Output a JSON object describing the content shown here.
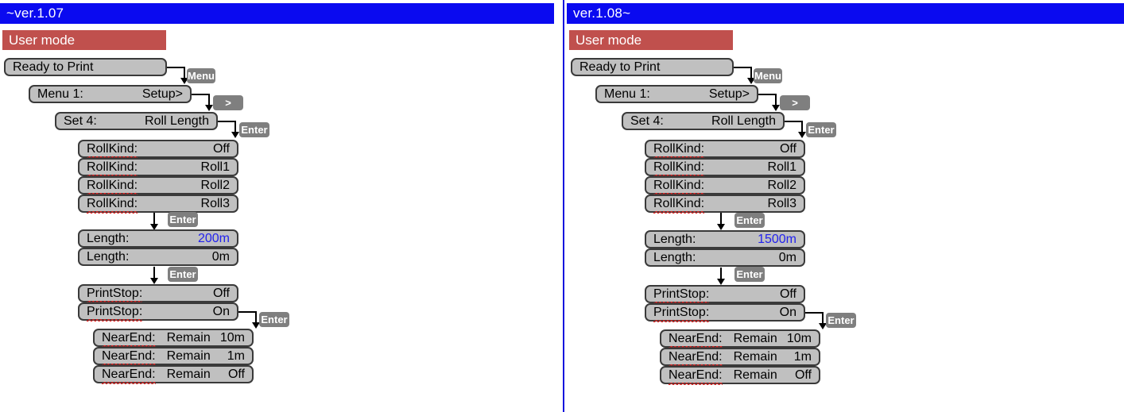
{
  "diagram": {
    "title": "Roll Length menu navigation flow",
    "colors": {
      "version_bar": "#0a0af0",
      "mode_bar": "#c0504d",
      "lcd_face": "#c0c0c0",
      "lcd_border": "#3a3a3a",
      "key_face": "#7f7f7f",
      "highlight_value": "#2222ee",
      "divider": "#1111dd",
      "spellcheck_underline": "#ee2222"
    }
  },
  "panels": [
    {
      "id": "left",
      "version_label": "~ver.1.07",
      "mode_label": "User mode",
      "steps": {
        "ready": {
          "label": "Ready to Print",
          "value": ""
        },
        "menu": {
          "label": "Menu  1:",
          "value": "Setup>"
        },
        "set": {
          "label": "Set  4:",
          "value": "Roll Length"
        },
        "rollkind": [
          {
            "label": "RollKind:",
            "value": "Off"
          },
          {
            "label": "RollKind:",
            "value": "Roll1"
          },
          {
            "label": "RollKind:",
            "value": "Roll2"
          },
          {
            "label": "RollKind:",
            "value": "Roll3"
          }
        ],
        "length": [
          {
            "label": "Length:",
            "value": "200m",
            "highlight": true
          },
          {
            "label": "Length:",
            "value": "0m",
            "highlight": false
          }
        ],
        "printstop": [
          {
            "label": "PrintStop:",
            "value": "Off"
          },
          {
            "label": "PrintStop:",
            "value": "On"
          }
        ],
        "nearend": [
          {
            "label": "NearEnd:",
            "mid": "Remain",
            "value": "10m"
          },
          {
            "label": "NearEnd:",
            "mid": "Remain",
            "value": "1m"
          },
          {
            "label": "NearEnd:",
            "mid": "Remain",
            "value": "Off"
          }
        ]
      },
      "keys": [
        {
          "name": "menu-key",
          "label": "Menu"
        },
        {
          "name": "right-key",
          "label": ">"
        },
        {
          "name": "enter-key-1",
          "label": "Enter"
        },
        {
          "name": "enter-key-2",
          "label": "Enter"
        },
        {
          "name": "enter-key-3",
          "label": "Enter"
        },
        {
          "name": "enter-key-4",
          "label": "Enter"
        }
      ]
    },
    {
      "id": "right",
      "version_label": "ver.1.08~",
      "mode_label": "User mode",
      "steps": {
        "ready": {
          "label": "Ready to Print",
          "value": ""
        },
        "menu": {
          "label": "Menu  1:",
          "value": "Setup>"
        },
        "set": {
          "label": "Set  4:",
          "value": "Roll Length"
        },
        "rollkind": [
          {
            "label": "RollKind:",
            "value": "Off"
          },
          {
            "label": "RollKind:",
            "value": "Roll1"
          },
          {
            "label": "RollKind:",
            "value": "Roll2"
          },
          {
            "label": "RollKind:",
            "value": "Roll3"
          }
        ],
        "length": [
          {
            "label": "Length:",
            "value": "1500m",
            "highlight": true
          },
          {
            "label": "Length:",
            "value": "0m",
            "highlight": false
          }
        ],
        "printstop": [
          {
            "label": "PrintStop:",
            "value": "Off"
          },
          {
            "label": "PrintStop:",
            "value": "On"
          }
        ],
        "nearend": [
          {
            "label": "NearEnd:",
            "mid": "Remain",
            "value": "10m"
          },
          {
            "label": "NearEnd:",
            "mid": "Remain",
            "value": "1m"
          },
          {
            "label": "NearEnd:",
            "mid": "Remain",
            "value": "Off"
          }
        ]
      },
      "keys": [
        {
          "name": "menu-key",
          "label": "Menu"
        },
        {
          "name": "right-key",
          "label": ">"
        },
        {
          "name": "enter-key-1",
          "label": "Enter"
        },
        {
          "name": "enter-key-2",
          "label": "Enter"
        },
        {
          "name": "enter-key-3",
          "label": "Enter"
        },
        {
          "name": "enter-key-4",
          "label": "Enter"
        }
      ]
    }
  ]
}
